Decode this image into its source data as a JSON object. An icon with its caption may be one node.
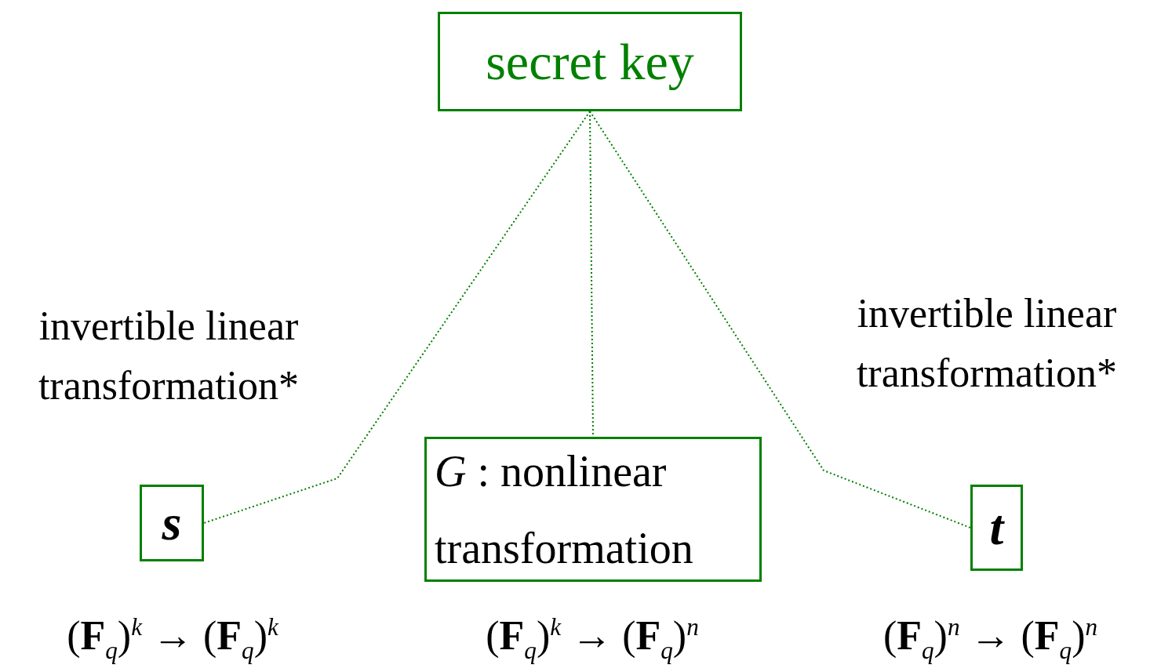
{
  "diagram": {
    "nodes": [
      {
        "text": [
          "secret key"
        ]
      },
      {
        "text": [
          "s"
        ],
        "beside": [
          "invertible linear transformation*",
          "(**F**$_{q}$)$^{k}$ → (**F**$_{q}$)$^{k}$"
        ]
      },
      {
        "text": [
          "*G* : nonlinear transformation"
        ],
        "beside": [
          "(**F**$_{q}$)$^{k}$ → (**F**$_{q}$)$^{n}$"
        ]
      },
      {
        "text": [
          "t"
        ],
        "beside": [
          "invertible linear transformation*",
          "(**F**$_{q}$)$^{n}$ → (**F**$_{q}$)$^{n}$"
        ]
      }
    ],
    "edges": [
      {
        "from": 0,
        "to": 1,
        "arrow": "none",
        "style": "dashed"
      },
      {
        "from": 0,
        "to": 2,
        "arrow": "none",
        "style": "dashed"
      },
      {
        "from": 0,
        "to": 3,
        "arrow": "none",
        "style": "dashed"
      }
    ]
  }
}
